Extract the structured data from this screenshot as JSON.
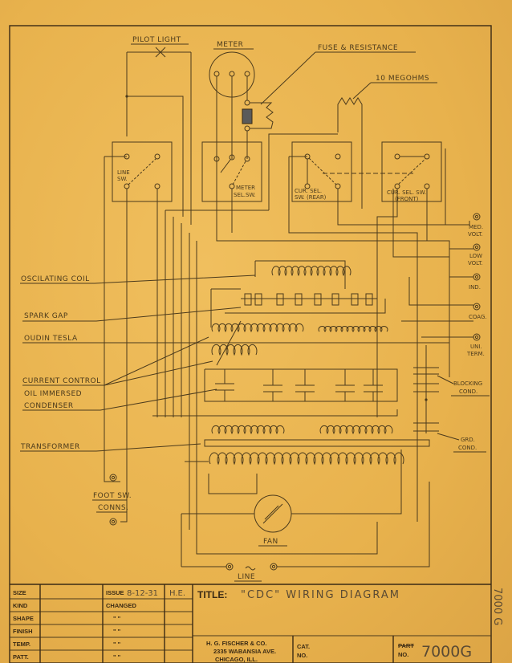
{
  "diagram": {
    "labels": {
      "pilot_light": "PILOT LIGHT",
      "meter": "METER",
      "fuse_resistance": "FUSE & RESISTANCE",
      "megohms": "10 MEGOHMS",
      "line_sw": [
        "LINE",
        "SW."
      ],
      "meter_sel_sw": [
        "METER",
        "SEL.SW."
      ],
      "cur_sel_rear": [
        "CUR. SEL.",
        "SW. (REAR)"
      ],
      "cur_sel_front": [
        "CUR. SEL. SW.",
        "(FRONT)"
      ],
      "oscilating_coil": "OSCILATING COIL",
      "spark_gap": "SPARK GAP",
      "oudin_tesla": "OUDIN TESLA",
      "current_control": "CURRENT CONTROL",
      "oil_condenser": [
        "OIL IMMERSED",
        "CONDENSER"
      ],
      "transformer": "TRANSFORMER",
      "foot_sw": [
        "FOOT SW.",
        "CONNS."
      ],
      "fan": "FAN",
      "line": "LINE",
      "med_volt": [
        "MED.",
        "VOLT."
      ],
      "low_volt": [
        "LOW",
        "VOLT."
      ],
      "ind": "IND.",
      "coag": "COAG.",
      "uni_term": [
        "UNI.",
        "TERM."
      ],
      "blocking_cond": [
        "BLOCKING",
        "COND."
      ],
      "grd_cond": [
        "GRD.",
        "COND."
      ]
    }
  },
  "title_block": {
    "rows": [
      "SIZE",
      "KIND",
      "SHAPE",
      "FINISH",
      "TEMP.",
      "PATT."
    ],
    "issue_label": "ISSUE",
    "issue_date": "8-12-31",
    "initials": "H.E.",
    "changed": "CHANGED",
    "ditto": "\" \"",
    "title_label": "TITLE:",
    "title_value": "\"CDC\" WIRING DIAGRAM",
    "company": "H. G. FISCHER & CO.",
    "address": "2335 WABANSIA AVE.",
    "city": "CHICAGO, ILL.",
    "cat_no": [
      "CAT.",
      "NO."
    ],
    "part_label_struck": "PART",
    "no_label": "NO.",
    "part_number": "7000G",
    "side_number": "7000 G"
  }
}
